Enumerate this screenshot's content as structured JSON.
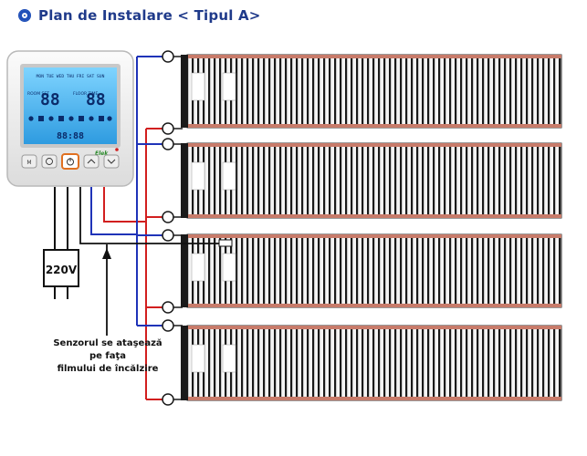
{
  "header": {
    "title": "Plan de Instalare < Tipul A>"
  },
  "thermostat": {
    "lcd_days": "MON TUE WED THU FRI SAT SUN",
    "lcd_room_label": "ROOM SET",
    "lcd_room_digits": "88",
    "lcd_floor_label": "FLOOR TIME",
    "lcd_floor_digits": "88",
    "lcd_bottom_digits": "88:88",
    "brand": "Elek",
    "buttons": [
      "M",
      "clock",
      "power",
      "up",
      "down"
    ]
  },
  "power_supply": {
    "label": "220V"
  },
  "sensor_note": {
    "lines": [
      "Senzorul se ataşează",
      "pe faţa",
      "filmului de încălzire"
    ]
  },
  "heating_films": {
    "count": 4
  },
  "colors": {
    "live_wire": "#d21f1f",
    "neutral_wire": "#1f33b8",
    "sensor_wire": "#111111",
    "title": "#1f3a8a"
  }
}
